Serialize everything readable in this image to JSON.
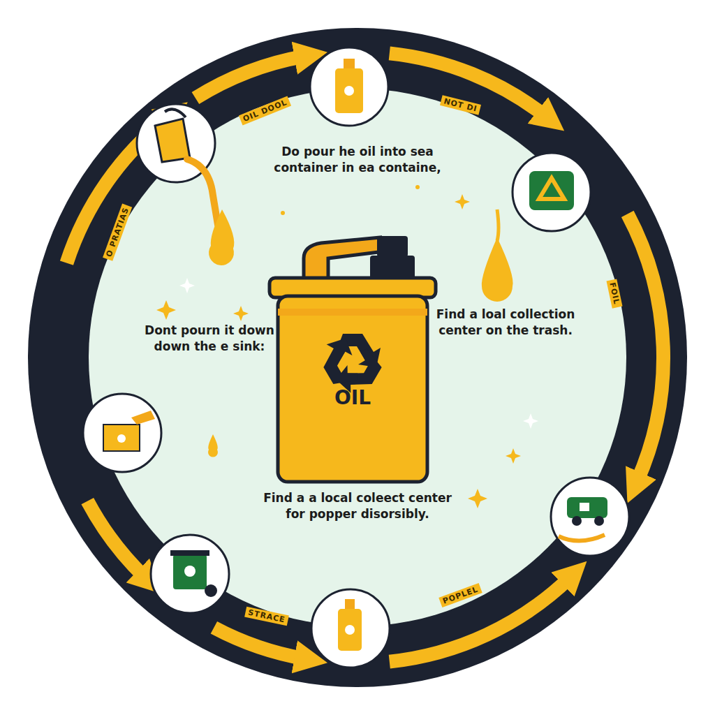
{
  "diagram": {
    "nodes": [
      {
        "text": [
          "Do pour he oil into sea container in ea containe,",
          "Dont pourn it down down the e sink:",
          "Find a loal collection center on the trash.",
          "Find a a local coleect center for popper disorsibly."
        ]
      },
      {
        "text": [
          "OIL"
        ],
        "in": 0
      }
    ],
    "edges": [],
    "labels": [
      "OIL DOOL",
      "NOT DI",
      "FOIL",
      "POPLEL",
      "STRACE",
      "O PRATIAS"
    ]
  }
}
